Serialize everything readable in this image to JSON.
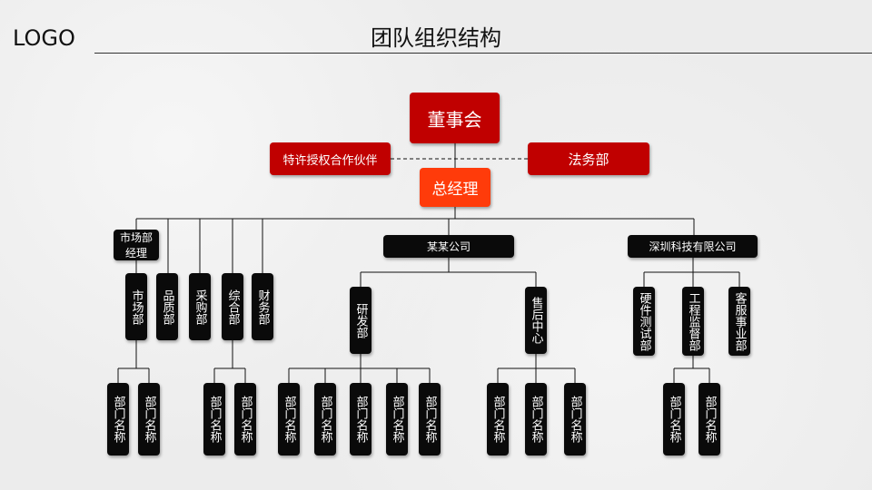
{
  "header": {
    "logo": "LOGO",
    "title": "团队组织结构"
  },
  "org": {
    "board": "董事会",
    "partner": "特许授权合作伙伴",
    "legal": "法务部",
    "gm": "总经理",
    "market_manager": "市场部经理",
    "company_a": "某某公司",
    "company_b": "深圳科技有限公司",
    "depts": [
      "市场部",
      "品质部",
      "采购部",
      "综合部",
      "财务部"
    ],
    "company_a_depts": [
      "研发部",
      "售后中心"
    ],
    "company_b_depts": [
      "硬件测试部",
      "工程监督部",
      "客服事业部"
    ],
    "leaf": "部门名称"
  },
  "colors": {
    "red": "#c00000",
    "orange": "#ff3b0a",
    "black": "#0a0a0a"
  }
}
